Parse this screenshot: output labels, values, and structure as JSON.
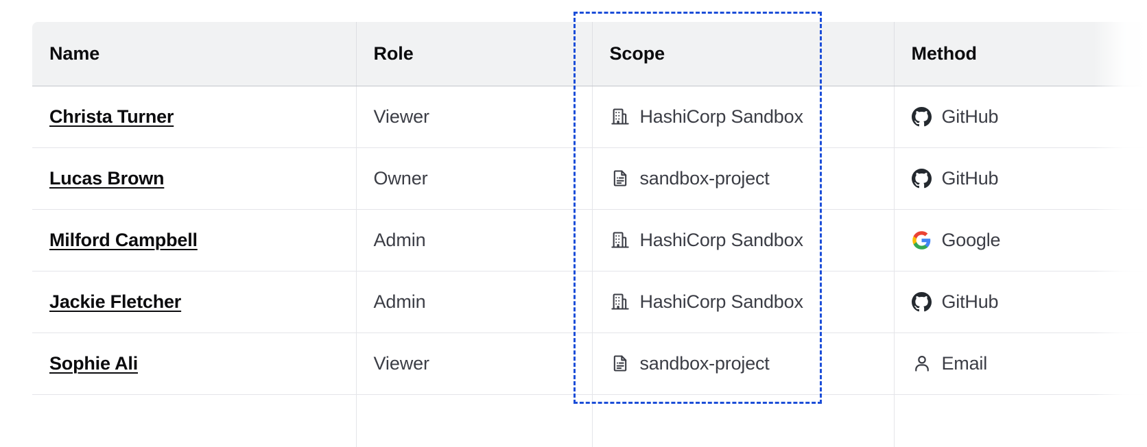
{
  "table": {
    "columns": [
      {
        "key": "name",
        "label": "Name"
      },
      {
        "key": "role",
        "label": "Role"
      },
      {
        "key": "scope",
        "label": "Scope"
      },
      {
        "key": "method",
        "label": "Method"
      }
    ],
    "rows": [
      {
        "name": "Christa Turner",
        "role": "Viewer",
        "scope": {
          "label": "HashiCorp Sandbox",
          "icon": "organization-icon"
        },
        "method": {
          "label": "GitHub",
          "icon": "github-icon"
        }
      },
      {
        "name": "Lucas Brown",
        "role": "Owner",
        "scope": {
          "label": "sandbox-project",
          "icon": "project-document-icon"
        },
        "method": {
          "label": "GitHub",
          "icon": "github-icon"
        }
      },
      {
        "name": "Milford Campbell",
        "role": "Admin",
        "scope": {
          "label": "HashiCorp Sandbox",
          "icon": "organization-icon"
        },
        "method": {
          "label": "Google",
          "icon": "google-icon"
        }
      },
      {
        "name": "Jackie Fletcher",
        "role": "Admin",
        "scope": {
          "label": "HashiCorp Sandbox",
          "icon": "organization-icon"
        },
        "method": {
          "label": "GitHub",
          "icon": "github-icon"
        }
      },
      {
        "name": "Sophie Ali",
        "role": "Viewer",
        "scope": {
          "label": "sandbox-project",
          "icon": "project-document-icon"
        },
        "method": {
          "label": "Email",
          "icon": "user-icon"
        }
      },
      {
        "name": "",
        "role": "",
        "scope": {
          "label": "",
          "icon": ""
        },
        "method": {
          "label": "",
          "icon": ""
        }
      }
    ]
  },
  "selection": {
    "target_column": "Scope",
    "border_color": "#1c4ed8",
    "style": "dashed"
  },
  "colors": {
    "header_background": "#f1f2f3",
    "header_text": "#0c0c0e",
    "body_text": "#3b3d45",
    "link_text": "#0c0c0e",
    "row_border": "#e4e5e9",
    "header_border": "#c2c5cb",
    "page_background": "#ffffff",
    "google_blue": "#4285f4",
    "google_red": "#ea4335",
    "google_yellow": "#fbbc05",
    "google_green": "#34a853",
    "github_dark": "#24292f"
  }
}
